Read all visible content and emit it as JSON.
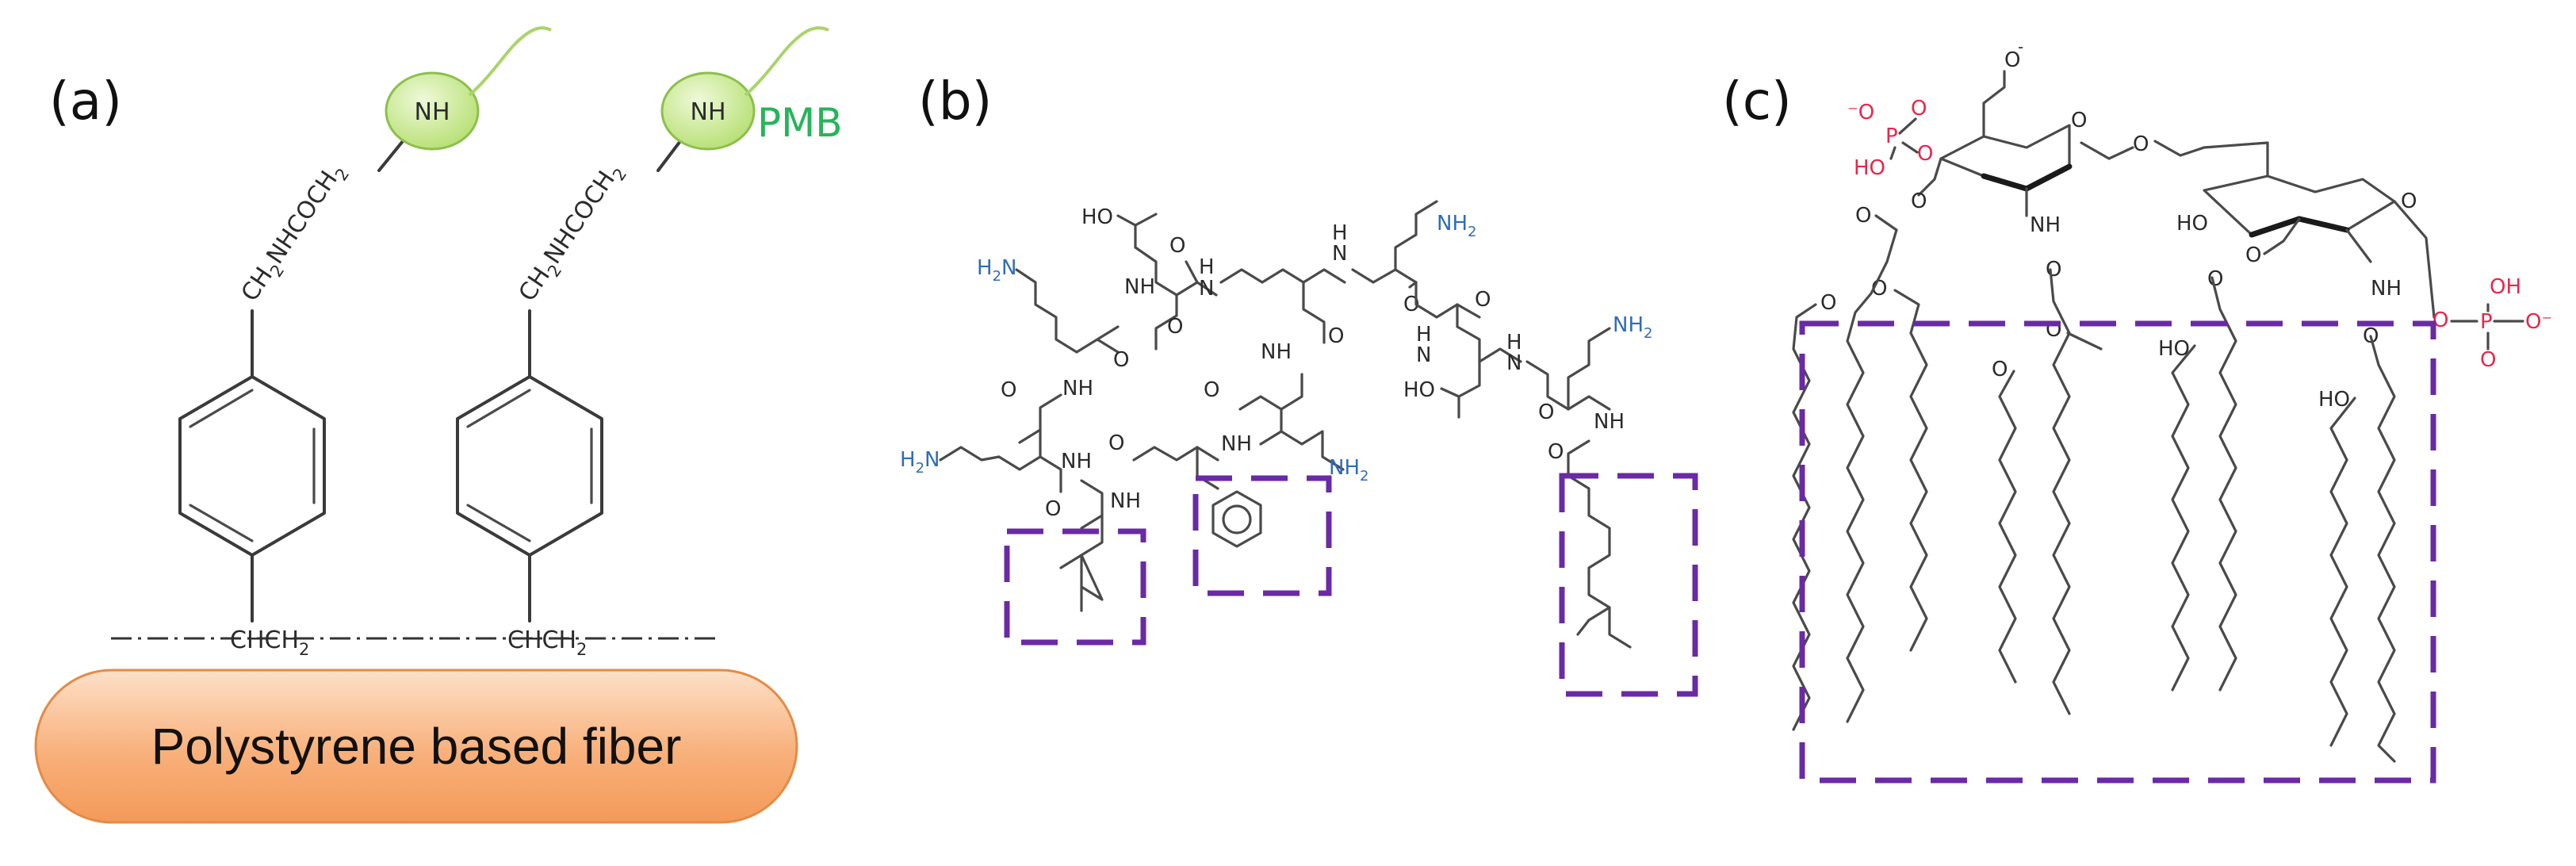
{
  "panels": {
    "a": {
      "label": "(a)",
      "linker_left": "CH2NHCOCH2",
      "linker_right": "CH2NHCOCH2",
      "nh": "NH",
      "ch_left": "CHCH2",
      "ch_right": "CHCH2",
      "pmb": "PMB",
      "fiber": "Polystyrene based fiber"
    },
    "b": {
      "label": "(b)",
      "ho": "HO",
      "nh": "NH",
      "hn": "HN",
      "h": "H",
      "n": "N",
      "o": "O",
      "h2n": "H2N",
      "nh2": "NH2"
    },
    "c": {
      "label": "(c)",
      "o": "O",
      "ho": "HO",
      "nh": "NH",
      "oh": "OH",
      "p": "P",
      "o_minus": "-O",
      "minus": "-"
    }
  },
  "colors": {
    "dashed_box": "#6a2aa6",
    "amine_blue": "#2f6db5",
    "phosphate_red": "#e8264a",
    "pmb_green": "#27b45a",
    "fiber_orange": "#f8b07a",
    "nh_circle_green": "#c4e88a"
  }
}
